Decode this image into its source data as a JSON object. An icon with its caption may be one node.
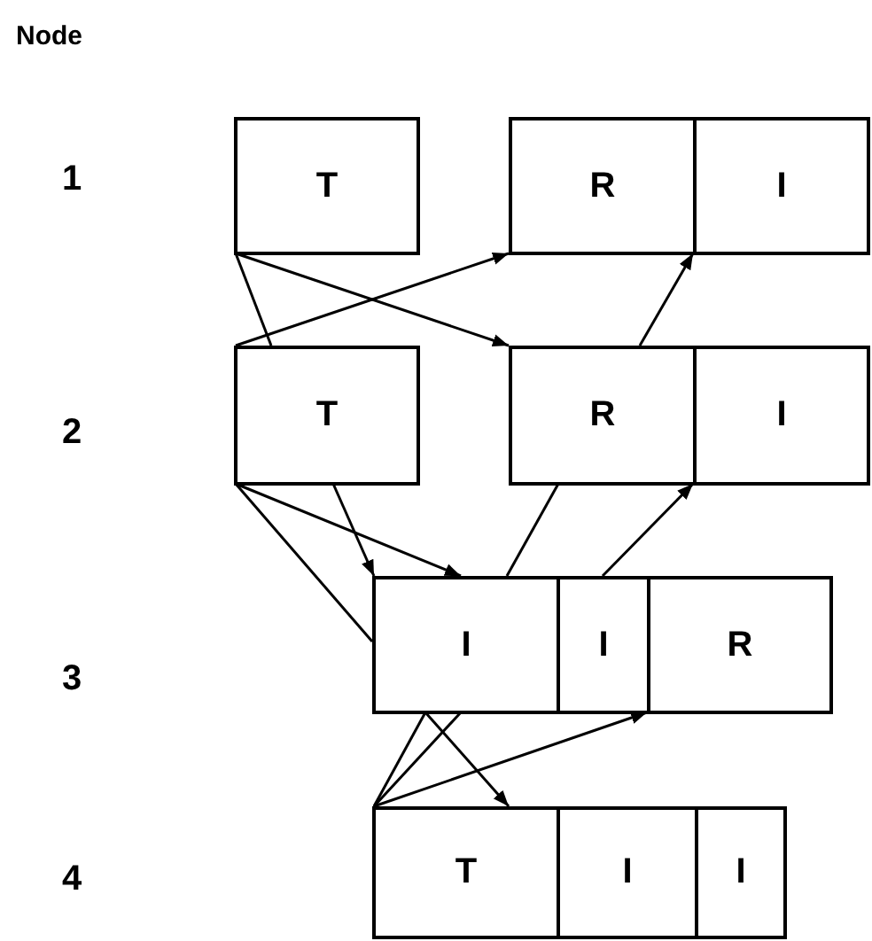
{
  "diagram": {
    "nodes": [
      {
        "text": [
          "T"
        ]
      },
      {
        "text": [
          "R"
        ]
      },
      {
        "text": [
          "I"
        ]
      },
      {
        "text": [
          "T"
        ]
      },
      {
        "text": [
          "R"
        ]
      },
      {
        "text": [
          "I"
        ]
      },
      {
        "text": [
          "I"
        ]
      },
      {
        "text": [
          "I"
        ]
      },
      {
        "text": [
          "R"
        ]
      },
      {
        "text": [
          "T"
        ]
      },
      {
        "text": [
          "I"
        ]
      },
      {
        "text": [
          "I"
        ]
      }
    ],
    "edges": [
      {
        "from": 0,
        "to": 3,
        "arrow": "none"
      },
      {
        "from": 0,
        "to": 4,
        "arrow": "to"
      },
      {
        "from": 3,
        "to": 1,
        "arrow": "to"
      },
      {
        "from": 4,
        "to": 1,
        "arrow": "to"
      },
      {
        "from": 3,
        "to": 6,
        "arrow": "to"
      },
      {
        "from": 3,
        "to": 6,
        "arrow": "to"
      },
      {
        "from": 3,
        "to": 6,
        "arrow": "none"
      },
      {
        "from": 4,
        "to": 6,
        "arrow": "none"
      },
      {
        "from": 7,
        "to": 4,
        "arrow": "to"
      },
      {
        "from": 6,
        "to": 9,
        "arrow": "to"
      },
      {
        "from": 9,
        "to": 6,
        "arrow": "none"
      },
      {
        "from": 9,
        "to": 6,
        "arrow": "none"
      },
      {
        "from": 9,
        "to": 7,
        "arrow": "to"
      }
    ],
    "labels": [
      "Node",
      "1",
      "2",
      "3",
      "4"
    ]
  }
}
